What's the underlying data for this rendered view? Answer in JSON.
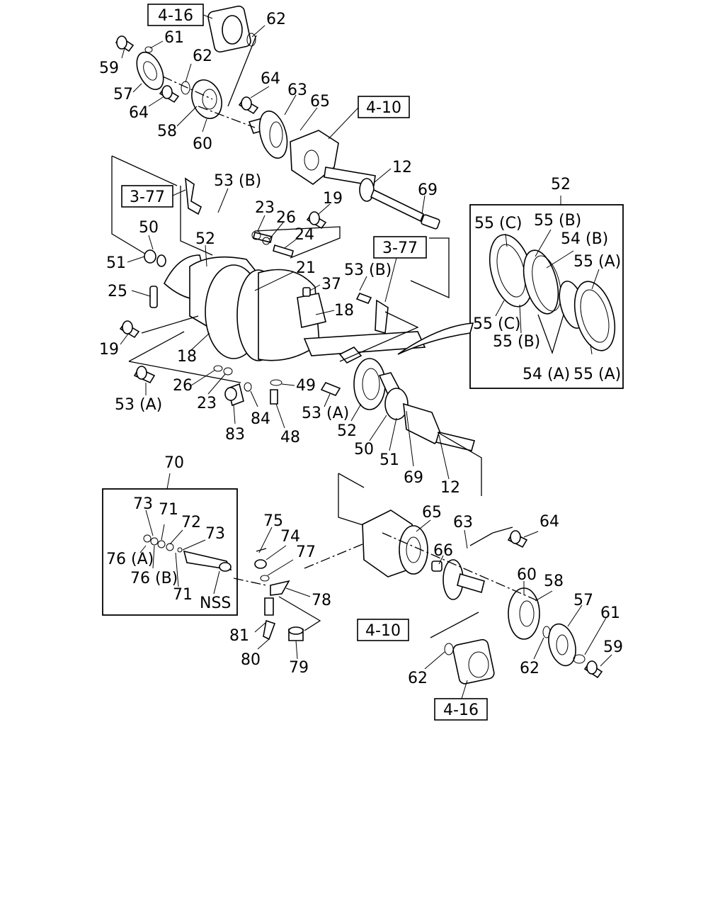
{
  "callouts": [
    "59",
    "61",
    "57",
    "64",
    "58",
    "60",
    "62",
    "62",
    "64",
    "63",
    "65",
    "12",
    "69",
    "53 (B)",
    "23",
    "26",
    "24",
    "19",
    "50",
    "51",
    "52",
    "25",
    "21",
    "37",
    "18",
    "19",
    "18",
    "53 (B)",
    "26",
    "23",
    "49",
    "84",
    "83",
    "48",
    "53 (A)",
    "53 (A)",
    "52",
    "50",
    "51",
    "69",
    "12",
    "55 (C)",
    "55 (B)",
    "54 (B)",
    "55 (A)",
    "55 (C)",
    "55 (B)",
    "54 (A)",
    "55 (A)",
    "52",
    "70",
    "73",
    "71",
    "72",
    "73",
    "76 (A)",
    "76 (B)",
    "71",
    "NSS",
    "75",
    "74",
    "77",
    "78",
    "81",
    "80",
    "79",
    "65",
    "63",
    "66",
    "64",
    "60",
    "58",
    "57",
    "61",
    "59",
    "62",
    "62"
  ],
  "refs": [
    "4-16",
    "4-10",
    "3-77",
    "3-77",
    "4-10",
    "4-16"
  ],
  "colors": {
    "ink": "#000000",
    "paper": "#ffffff"
  }
}
